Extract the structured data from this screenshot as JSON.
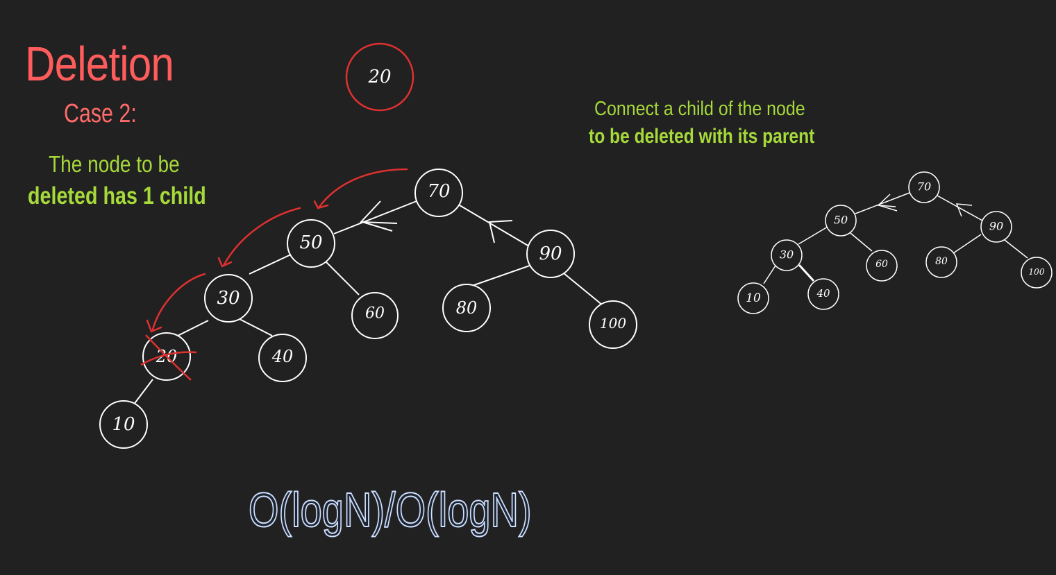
{
  "heading": {
    "title": "Deletion",
    "case": "Case 2:",
    "desc_line1": "The node to be",
    "desc_line2": "deleted has 1 child"
  },
  "instruction": {
    "line1": "Connect a child of the node",
    "line2": "to be deleted with its parent"
  },
  "deleted_value": "20",
  "complexity": "O(logN)/O(logN)",
  "colors": {
    "background": "#212121",
    "title": "#ff5c5c",
    "highlight": "#a6d93a",
    "arrow": "#e03030",
    "node": "#ffffff"
  },
  "tree_before": {
    "nodes": [
      "70",
      "50",
      "90",
      "30",
      "60",
      "80",
      "100",
      "20",
      "40",
      "10"
    ],
    "struck_node": "20"
  },
  "tree_after": {
    "nodes": [
      "70",
      "50",
      "90",
      "30",
      "60",
      "80",
      "100",
      "10",
      "40"
    ]
  }
}
